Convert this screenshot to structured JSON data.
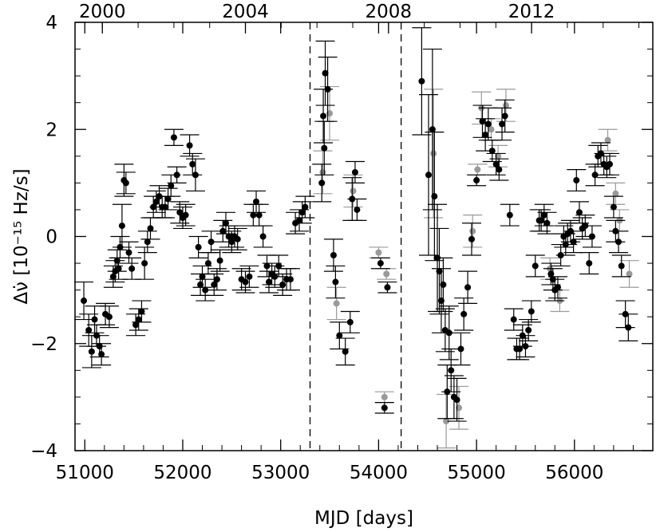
{
  "chart_data": {
    "type": "scatter",
    "title": "",
    "xlabel": "MJD [days]",
    "ylabel": "Δν̇ [10⁻¹⁵ Hz/s]",
    "xlim": [
      50900,
      56800
    ],
    "ylim": [
      -4,
      4
    ],
    "x_ticks": [
      51000,
      52000,
      53000,
      54000,
      55000,
      56000
    ],
    "x_tick_labels": [
      "51000",
      "52000",
      "53000",
      "54000",
      "55000",
      "56000"
    ],
    "y_ticks": [
      -4,
      -2,
      0,
      2,
      4
    ],
    "y_tick_labels": [
      "−4",
      "−2",
      "0",
      "2",
      "4"
    ],
    "top_axis_ticks": [
      51179,
      52640,
      54101,
      55562
    ],
    "top_axis_labels": [
      "2000",
      "2004",
      "2008",
      "2012"
    ],
    "vertical_lines_mjd": [
      53300,
      54230
    ],
    "grid": false,
    "legend": "none",
    "colors": {
      "primary": "#000000",
      "secondary": "#999999"
    },
    "series": [
      {
        "marker_color": "#000000",
        "points": [
          {
            "x": 50990,
            "y": -1.2,
            "err": 0.35
          },
          {
            "x": 51040,
            "y": -1.75,
            "err": 0.3
          },
          {
            "x": 51070,
            "y": -2.15,
            "err": 0.3
          },
          {
            "x": 51100,
            "y": -1.55,
            "err": 0.25
          },
          {
            "x": 51120,
            "y": -1.85,
            "err": 0.2
          },
          {
            "x": 51150,
            "y": -2.05,
            "err": 0.2
          },
          {
            "x": 51170,
            "y": -2.2,
            "err": 0.2
          },
          {
            "x": 51210,
            "y": -1.45,
            "err": 0.2
          },
          {
            "x": 51250,
            "y": -1.5,
            "err": 0.2
          },
          {
            "x": 51290,
            "y": -0.75,
            "err": 0.2
          },
          {
            "x": 51310,
            "y": -0.65,
            "err": 0.2
          },
          {
            "x": 51330,
            "y": -0.45,
            "err": 0.2
          },
          {
            "x": 51345,
            "y": -0.6,
            "err": 0.2
          },
          {
            "x": 51360,
            "y": -0.2,
            "err": 0.2
          },
          {
            "x": 51380,
            "y": 0.2,
            "err": 0.4
          },
          {
            "x": 51400,
            "y": 1.05,
            "err": 0.3
          },
          {
            "x": 51420,
            "y": 1.0,
            "err": 0.2
          },
          {
            "x": 51450,
            "y": -0.3,
            "err": 0.2
          },
          {
            "x": 51480,
            "y": -0.6,
            "err": 0.2
          },
          {
            "x": 51520,
            "y": -1.65,
            "err": 0.2
          },
          {
            "x": 51550,
            "y": -1.55,
            "err": 0.2
          },
          {
            "x": 51580,
            "y": -1.4,
            "err": 0.2
          },
          {
            "x": 51610,
            "y": -0.5,
            "err": 0.3
          },
          {
            "x": 51640,
            "y": -0.1,
            "err": 0.2
          },
          {
            "x": 51670,
            "y": 0.15,
            "err": 0.2
          },
          {
            "x": 51700,
            "y": 0.55,
            "err": 0.2
          },
          {
            "x": 51730,
            "y": 0.65,
            "err": 0.2
          },
          {
            "x": 51760,
            "y": 0.75,
            "err": 0.2
          },
          {
            "x": 51790,
            "y": 0.55,
            "err": 0.2
          },
          {
            "x": 51820,
            "y": 0.55,
            "err": 0.2
          },
          {
            "x": 51850,
            "y": 0.7,
            "err": 0.2
          },
          {
            "x": 51880,
            "y": 0.95,
            "err": 0.2
          },
          {
            "x": 51910,
            "y": 1.85,
            "err": 0.15
          },
          {
            "x": 51940,
            "y": 1.15,
            "err": 0.15
          },
          {
            "x": 51970,
            "y": 0.45,
            "err": 0.2
          },
          {
            "x": 52000,
            "y": 0.35,
            "err": 0.2
          },
          {
            "x": 52030,
            "y": 0.4,
            "err": 0.2
          },
          {
            "x": 52070,
            "y": 1.7,
            "err": 0.2
          },
          {
            "x": 52100,
            "y": 1.35,
            "err": 0.2
          },
          {
            "x": 52130,
            "y": 1.15,
            "err": 0.3
          },
          {
            "x": 52160,
            "y": -0.2,
            "err": 0.2
          },
          {
            "x": 52180,
            "y": -0.9,
            "err": 0.2
          },
          {
            "x": 52200,
            "y": -0.75,
            "err": 0.2
          },
          {
            "x": 52230,
            "y": -1.0,
            "err": 0.2
          },
          {
            "x": 52260,
            "y": -0.5,
            "err": 0.2
          },
          {
            "x": 52290,
            "y": -0.1,
            "err": 0.2
          },
          {
            "x": 52320,
            "y": -0.9,
            "err": 0.2
          },
          {
            "x": 52350,
            "y": -0.8,
            "err": 0.2
          },
          {
            "x": 52380,
            "y": -0.45,
            "err": 0.2
          },
          {
            "x": 52410,
            "y": 0.1,
            "err": 0.2
          },
          {
            "x": 52440,
            "y": 0.25,
            "err": 0.2
          },
          {
            "x": 52470,
            "y": 0.0,
            "err": 0.2
          },
          {
            "x": 52500,
            "y": -0.1,
            "err": 0.2
          },
          {
            "x": 52530,
            "y": 0.0,
            "err": 0.2
          },
          {
            "x": 52560,
            "y": -0.05,
            "err": 0.2
          },
          {
            "x": 52600,
            "y": -0.8,
            "err": 0.2
          },
          {
            "x": 52640,
            "y": -0.85,
            "err": 0.2
          },
          {
            "x": 52680,
            "y": -0.75,
            "err": 0.2
          },
          {
            "x": 52720,
            "y": 0.4,
            "err": 0.2
          },
          {
            "x": 52750,
            "y": 0.65,
            "err": 0.2
          },
          {
            "x": 52780,
            "y": 0.4,
            "err": 0.2
          },
          {
            "x": 52820,
            "y": 0.0,
            "err": 0.2
          },
          {
            "x": 52860,
            "y": -0.55,
            "err": 0.2
          },
          {
            "x": 52880,
            "y": -0.85,
            "err": 0.2
          },
          {
            "x": 52910,
            "y": -0.7,
            "err": 0.2
          },
          {
            "x": 52940,
            "y": -0.75,
            "err": 0.2
          },
          {
            "x": 52980,
            "y": -0.55,
            "err": 0.2
          },
          {
            "x": 53020,
            "y": -0.9,
            "err": 0.2
          },
          {
            "x": 53060,
            "y": -0.8,
            "err": 0.2
          },
          {
            "x": 53100,
            "y": -0.8,
            "err": 0.2
          },
          {
            "x": 53150,
            "y": 0.25,
            "err": 0.2
          },
          {
            "x": 53190,
            "y": 0.3,
            "err": 0.2
          },
          {
            "x": 53220,
            "y": 0.45,
            "err": 0.2
          },
          {
            "x": 53250,
            "y": 0.55,
            "err": 0.2
          },
          {
            "x": 53420,
            "y": 1.0,
            "err": 0.35
          },
          {
            "x": 53435,
            "y": 2.25,
            "err": 0.5
          },
          {
            "x": 53445,
            "y": 1.65,
            "err": 0.5
          },
          {
            "x": 53455,
            "y": 3.05,
            "err": 0.6
          },
          {
            "x": 53480,
            "y": 2.75,
            "err": 0.6
          },
          {
            "x": 53540,
            "y": -0.35,
            "err": 0.3
          },
          {
            "x": 53560,
            "y": -0.85,
            "err": 0.3
          },
          {
            "x": 53600,
            "y": -1.85,
            "err": 0.25
          },
          {
            "x": 53660,
            "y": -2.15,
            "err": 0.25
          },
          {
            "x": 53710,
            "y": -1.6,
            "err": 0.2
          },
          {
            "x": 53730,
            "y": 0.7,
            "err": 0.4
          },
          {
            "x": 53760,
            "y": 1.2,
            "err": 0.2
          },
          {
            "x": 53780,
            "y": 0.5,
            "err": 0.2
          },
          {
            "x": 54020,
            "y": -0.5,
            "err": 0.1
          },
          {
            "x": 54060,
            "y": -3.2,
            "err": 0.1
          },
          {
            "x": 54090,
            "y": -0.95,
            "err": 0.1
          },
          {
            "x": 54440,
            "y": 2.9,
            "err": 1.0
          },
          {
            "x": 54510,
            "y": 1.15,
            "err": 1.5
          },
          {
            "x": 54550,
            "y": 2.0,
            "err": 1.5
          },
          {
            "x": 54570,
            "y": 0.75,
            "err": 1.2
          },
          {
            "x": 54600,
            "y": -0.4,
            "err": 1.0
          },
          {
            "x": 54620,
            "y": -0.65,
            "err": 0.8
          },
          {
            "x": 54640,
            "y": -1.2,
            "err": 0.6
          },
          {
            "x": 54660,
            "y": -0.9,
            "err": 0.5
          },
          {
            "x": 54680,
            "y": -1.75,
            "err": 0.4
          },
          {
            "x": 54700,
            "y": -2.9,
            "err": 0.5
          },
          {
            "x": 54720,
            "y": -1.8,
            "err": 0.5
          },
          {
            "x": 54740,
            "y": -2.5,
            "err": 0.4
          },
          {
            "x": 54770,
            "y": -3.0,
            "err": 0.4
          },
          {
            "x": 54800,
            "y": -3.05,
            "err": 0.4
          },
          {
            "x": 54840,
            "y": -2.1,
            "err": 0.3
          },
          {
            "x": 54870,
            "y": -1.45,
            "err": 0.3
          },
          {
            "x": 54910,
            "y": -0.95,
            "err": 0.3
          },
          {
            "x": 54950,
            "y": -0.05,
            "err": 0.3
          },
          {
            "x": 55000,
            "y": 1.05,
            "err": 0.1
          },
          {
            "x": 55060,
            "y": 2.15,
            "err": 0.3
          },
          {
            "x": 55090,
            "y": 1.9,
            "err": 0.3
          },
          {
            "x": 55120,
            "y": 2.1,
            "err": 0.3
          },
          {
            "x": 55160,
            "y": 1.6,
            "err": 0.2
          },
          {
            "x": 55200,
            "y": 1.35,
            "err": 0.2
          },
          {
            "x": 55230,
            "y": 1.25,
            "err": 0.2
          },
          {
            "x": 55260,
            "y": 2.1,
            "err": 0.3
          },
          {
            "x": 55290,
            "y": 2.25,
            "err": 0.3
          },
          {
            "x": 55340,
            "y": 0.4,
            "err": 0.2
          },
          {
            "x": 55380,
            "y": -1.55,
            "err": 0.2
          },
          {
            "x": 55410,
            "y": -2.1,
            "err": 0.2
          },
          {
            "x": 55440,
            "y": -2.1,
            "err": 0.2
          },
          {
            "x": 55470,
            "y": -1.85,
            "err": 0.2
          },
          {
            "x": 55500,
            "y": -2.05,
            "err": 0.2
          },
          {
            "x": 55530,
            "y": -1.75,
            "err": 0.2
          },
          {
            "x": 55560,
            "y": -1.4,
            "err": 0.2
          },
          {
            "x": 55600,
            "y": -0.55,
            "err": 0.2
          },
          {
            "x": 55640,
            "y": 0.3,
            "err": 0.2
          },
          {
            "x": 55660,
            "y": 0.3,
            "err": 0.2
          },
          {
            "x": 55690,
            "y": 0.4,
            "err": 0.2
          },
          {
            "x": 55720,
            "y": 0.25,
            "err": 0.2
          },
          {
            "x": 55760,
            "y": -0.7,
            "err": 0.2
          },
          {
            "x": 55780,
            "y": -0.8,
            "err": 0.2
          },
          {
            "x": 55800,
            "y": -1.0,
            "err": 0.2
          },
          {
            "x": 55830,
            "y": -0.95,
            "err": 0.2
          },
          {
            "x": 55860,
            "y": -0.35,
            "err": 0.2
          },
          {
            "x": 55890,
            "y": 0.0,
            "err": 0.2
          },
          {
            "x": 55910,
            "y": -0.15,
            "err": 0.2
          },
          {
            "x": 55930,
            "y": 0.05,
            "err": 0.2
          },
          {
            "x": 55960,
            "y": 0.1,
            "err": 0.2
          },
          {
            "x": 55990,
            "y": -0.1,
            "err": 0.2
          },
          {
            "x": 56020,
            "y": 1.05,
            "err": 0.2
          },
          {
            "x": 56050,
            "y": 0.45,
            "err": 0.2
          },
          {
            "x": 56080,
            "y": 0.15,
            "err": 0.2
          },
          {
            "x": 56110,
            "y": 0.2,
            "err": 0.2
          },
          {
            "x": 56150,
            "y": -0.5,
            "err": 0.2
          },
          {
            "x": 56180,
            "y": 0.0,
            "err": 0.2
          },
          {
            "x": 56210,
            "y": 1.15,
            "err": 0.2
          },
          {
            "x": 56240,
            "y": 1.5,
            "err": 0.2
          },
          {
            "x": 56270,
            "y": 1.55,
            "err": 0.2
          },
          {
            "x": 56300,
            "y": 1.35,
            "err": 0.2
          },
          {
            "x": 56330,
            "y": 1.3,
            "err": 0.2
          },
          {
            "x": 56360,
            "y": 1.35,
            "err": 0.2
          },
          {
            "x": 56400,
            "y": 0.55,
            "err": 0.2
          },
          {
            "x": 56420,
            "y": 0.1,
            "err": 0.2
          },
          {
            "x": 56450,
            "y": -0.1,
            "err": 0.2
          },
          {
            "x": 56480,
            "y": -0.55,
            "err": 0.2
          },
          {
            "x": 56520,
            "y": -1.45,
            "err": 0.25
          },
          {
            "x": 56550,
            "y": -1.7,
            "err": 0.25
          }
        ]
      },
      {
        "marker_color": "#999999",
        "points": [
          {
            "x": 53430,
            "y": 1.2,
            "err": 0.4
          },
          {
            "x": 53500,
            "y": 2.3,
            "err": 0.5
          },
          {
            "x": 53570,
            "y": -1.25,
            "err": 0.3
          },
          {
            "x": 53740,
            "y": 0.85,
            "err": 0.3
          },
          {
            "x": 54000,
            "y": -0.3,
            "err": 0.1
          },
          {
            "x": 54060,
            "y": -3.0,
            "err": 0.1
          },
          {
            "x": 54080,
            "y": -0.7,
            "err": 0.1
          },
          {
            "x": 54560,
            "y": 1.55,
            "err": 1.2
          },
          {
            "x": 54690,
            "y": -3.45,
            "err": 0.5
          },
          {
            "x": 54820,
            "y": -3.2,
            "err": 0.4
          },
          {
            "x": 54960,
            "y": 0.1,
            "err": 0.3
          },
          {
            "x": 55010,
            "y": 1.25,
            "err": 0.1
          },
          {
            "x": 55050,
            "y": 2.4,
            "err": 0.3
          },
          {
            "x": 55150,
            "y": 2.0,
            "err": 0.2
          },
          {
            "x": 55220,
            "y": 1.5,
            "err": 0.2
          },
          {
            "x": 55300,
            "y": 2.45,
            "err": 0.3
          },
          {
            "x": 55750,
            "y": -0.6,
            "err": 0.2
          },
          {
            "x": 55850,
            "y": -1.2,
            "err": 0.2
          },
          {
            "x": 56340,
            "y": 1.8,
            "err": 0.2
          },
          {
            "x": 56420,
            "y": 0.8,
            "err": 0.2
          },
          {
            "x": 56460,
            "y": 0.3,
            "err": 0.2
          },
          {
            "x": 56560,
            "y": -0.7,
            "err": 0.25
          }
        ]
      }
    ]
  }
}
